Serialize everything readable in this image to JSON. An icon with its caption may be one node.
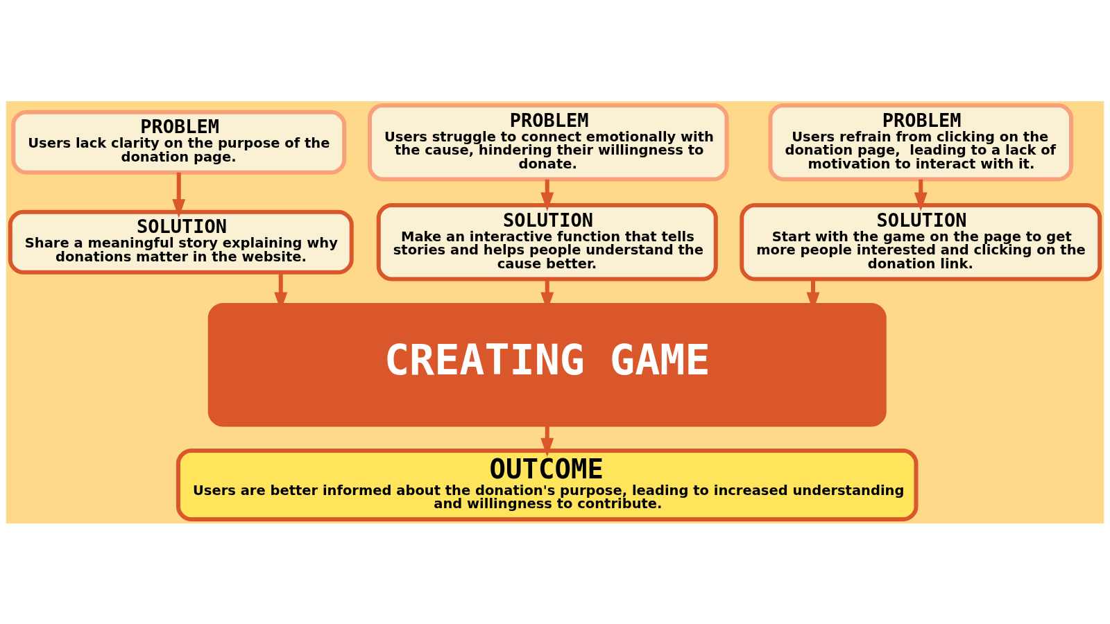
{
  "diagram": {
    "nodes": [
      {
        "text": [
          "PROBLEM",
          "Users lack clarity on the purpose of the donation page."
        ]
      },
      {
        "text": [
          "PROBLEM",
          "Users struggle to connect emotionally with the cause, hindering their willingness to donate."
        ]
      },
      {
        "text": [
          "PROBLEM",
          "Users refrain from clicking on the donation page,  leading to a lack of motivation to interact with it."
        ]
      },
      {
        "text": [
          "SOLUTION",
          "Share a meaningful story explaining why donations matter in the website."
        ]
      },
      {
        "text": [
          "SOLUTION",
          "Make an interactive function that tells stories and helps people understand the cause better."
        ]
      },
      {
        "text": [
          "SOLUTION",
          "Start with the game on the page to get more people interested and clicking on the donation link."
        ]
      },
      {
        "text": [
          "CREATING GAME"
        ]
      },
      {
        "text": [
          "OUTCOME",
          "Users are better informed about the donation's purpose, leading to increased understanding and willingness to contribute."
        ]
      }
    ],
    "edges": [
      {
        "from": 0,
        "to": 3,
        "arrow": "to"
      },
      {
        "from": 1,
        "to": 4,
        "arrow": "to"
      },
      {
        "from": 2,
        "to": 5,
        "arrow": "to"
      },
      {
        "from": 3,
        "to": 6,
        "arrow": "to"
      },
      {
        "from": 4,
        "to": 6,
        "arrow": "to"
      },
      {
        "from": 5,
        "to": 6,
        "arrow": "to"
      },
      {
        "from": 6,
        "to": 7,
        "arrow": "to"
      }
    ]
  }
}
